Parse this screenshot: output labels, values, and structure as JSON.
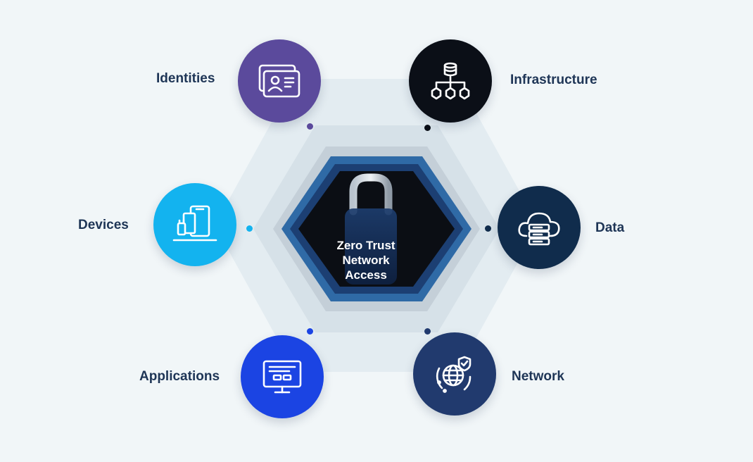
{
  "center": {
    "lines": [
      "Zero Trust",
      "Network",
      "Access"
    ]
  },
  "nodes": [
    {
      "id": "identities",
      "label": "Identities",
      "color": "#5b4a9c",
      "icon": "id-card-icon"
    },
    {
      "id": "infrastructure",
      "label": "Infrastructure",
      "color": "#0b0f17",
      "icon": "hierarchy-icon"
    },
    {
      "id": "devices",
      "label": "Devices",
      "color": "#13b3ef",
      "icon": "devices-icon"
    },
    {
      "id": "data",
      "label": "Data",
      "color": "#102c4c",
      "icon": "cloud-server-icon"
    },
    {
      "id": "applications",
      "label": "Applications",
      "color": "#1b44e3",
      "icon": "monitor-icon"
    },
    {
      "id": "network",
      "label": "Network",
      "color": "#213a6e",
      "icon": "globe-shield-icon"
    }
  ]
}
